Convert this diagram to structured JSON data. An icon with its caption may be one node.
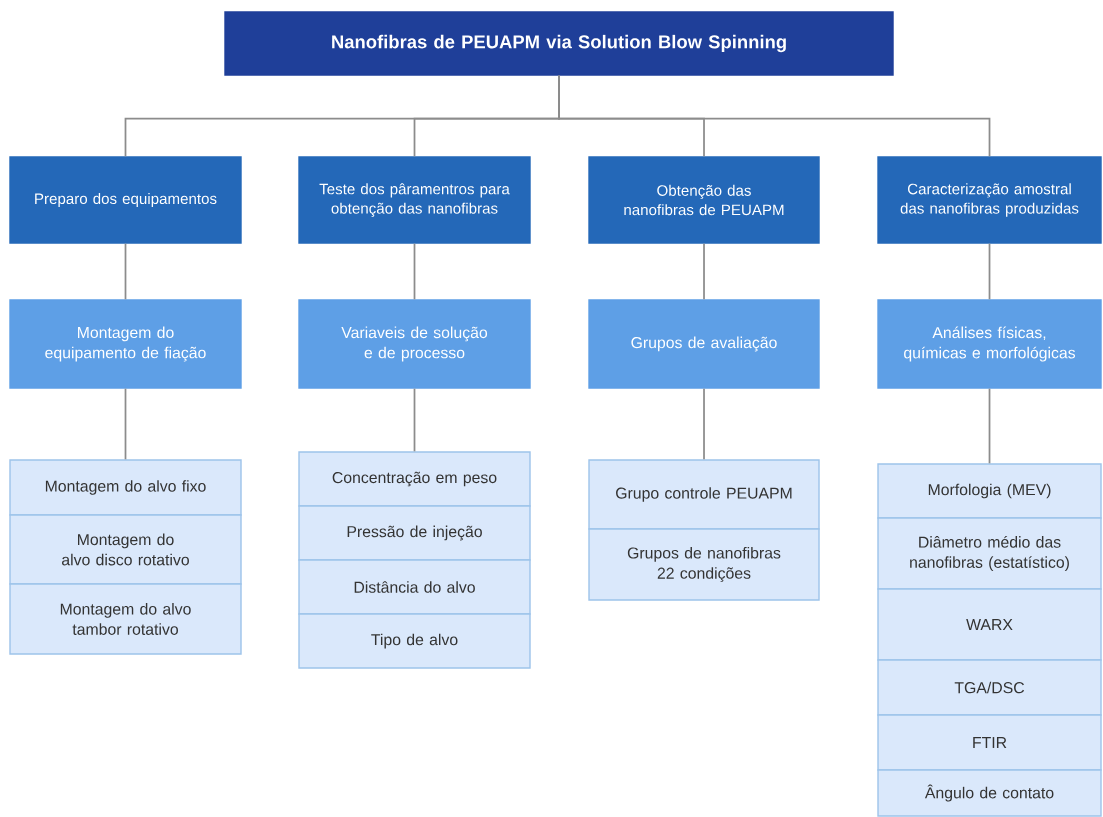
{
  "diagram": {
    "nodes": [
      {
        "text": [
          "Nanofibras de PEUAPM via Solution Blow Spinning"
        ]
      },
      {
        "text": [
          "Preparo dos equipamentos"
        ]
      },
      {
        "text": [
          "Teste dos pâramentros para obtenção das nanofibras"
        ]
      },
      {
        "text": [
          "Obtenção das nanofibras de PEUAPM"
        ]
      },
      {
        "text": [
          "Caracterização amostral das nanofibras produzidas"
        ]
      },
      {
        "text": [
          "Montagem do equipamento de fiação"
        ]
      },
      {
        "text": [
          "Variaveis de solução e de processo"
        ]
      },
      {
        "text": [
          "Grupos de avaliação"
        ]
      },
      {
        "text": [
          "Análises físicas, químicas e morfológicas"
        ]
      },
      {
        "text": [
          "Montagem do alvo fixo"
        ]
      },
      {
        "text": [
          "Montagem do alvo disco rotativo"
        ]
      },
      {
        "text": [
          "Montagem do alvo tambor rotativo"
        ]
      },
      {
        "text": [
          "Concentração em peso"
        ]
      },
      {
        "text": [
          "Pressão de injeção"
        ]
      },
      {
        "text": [
          "Distância do alvo"
        ]
      },
      {
        "text": [
          "Tipo de alvo"
        ]
      },
      {
        "text": [
          "Grupo controle PEUAPM"
        ]
      },
      {
        "text": [
          "Grupos de nanofibras 22 condições"
        ]
      },
      {
        "text": [
          "Morfologia (MEV)"
        ]
      },
      {
        "text": [
          "Diâmetro médio das nanofibras (estatístico)"
        ]
      },
      {
        "text": [
          "WARX"
        ]
      },
      {
        "text": [
          "TGA/DSC"
        ]
      },
      {
        "text": [
          "FTIR"
        ]
      },
      {
        "text": [
          "Ângulo de contato"
        ]
      }
    ],
    "edges": [
      {
        "from": 0,
        "to": 1,
        "arrow": "none"
      },
      {
        "from": 0,
        "to": 2,
        "arrow": "none"
      },
      {
        "from": 0,
        "to": 3,
        "arrow": "none"
      },
      {
        "from": 0,
        "to": 4,
        "arrow": "none"
      },
      {
        "from": 1,
        "to": 5,
        "arrow": "none"
      },
      {
        "from": 2,
        "to": 6,
        "arrow": "none"
      },
      {
        "from": 3,
        "to": 7,
        "arrow": "none"
      },
      {
        "from": 4,
        "to": 8,
        "arrow": "none"
      },
      {
        "from": 5,
        "to": 9,
        "arrow": "none"
      },
      {
        "from": 6,
        "to": 12,
        "arrow": "none"
      },
      {
        "from": 7,
        "to": 16,
        "arrow": "none"
      },
      {
        "from": 8,
        "to": 18,
        "arrow": "none"
      }
    ]
  }
}
